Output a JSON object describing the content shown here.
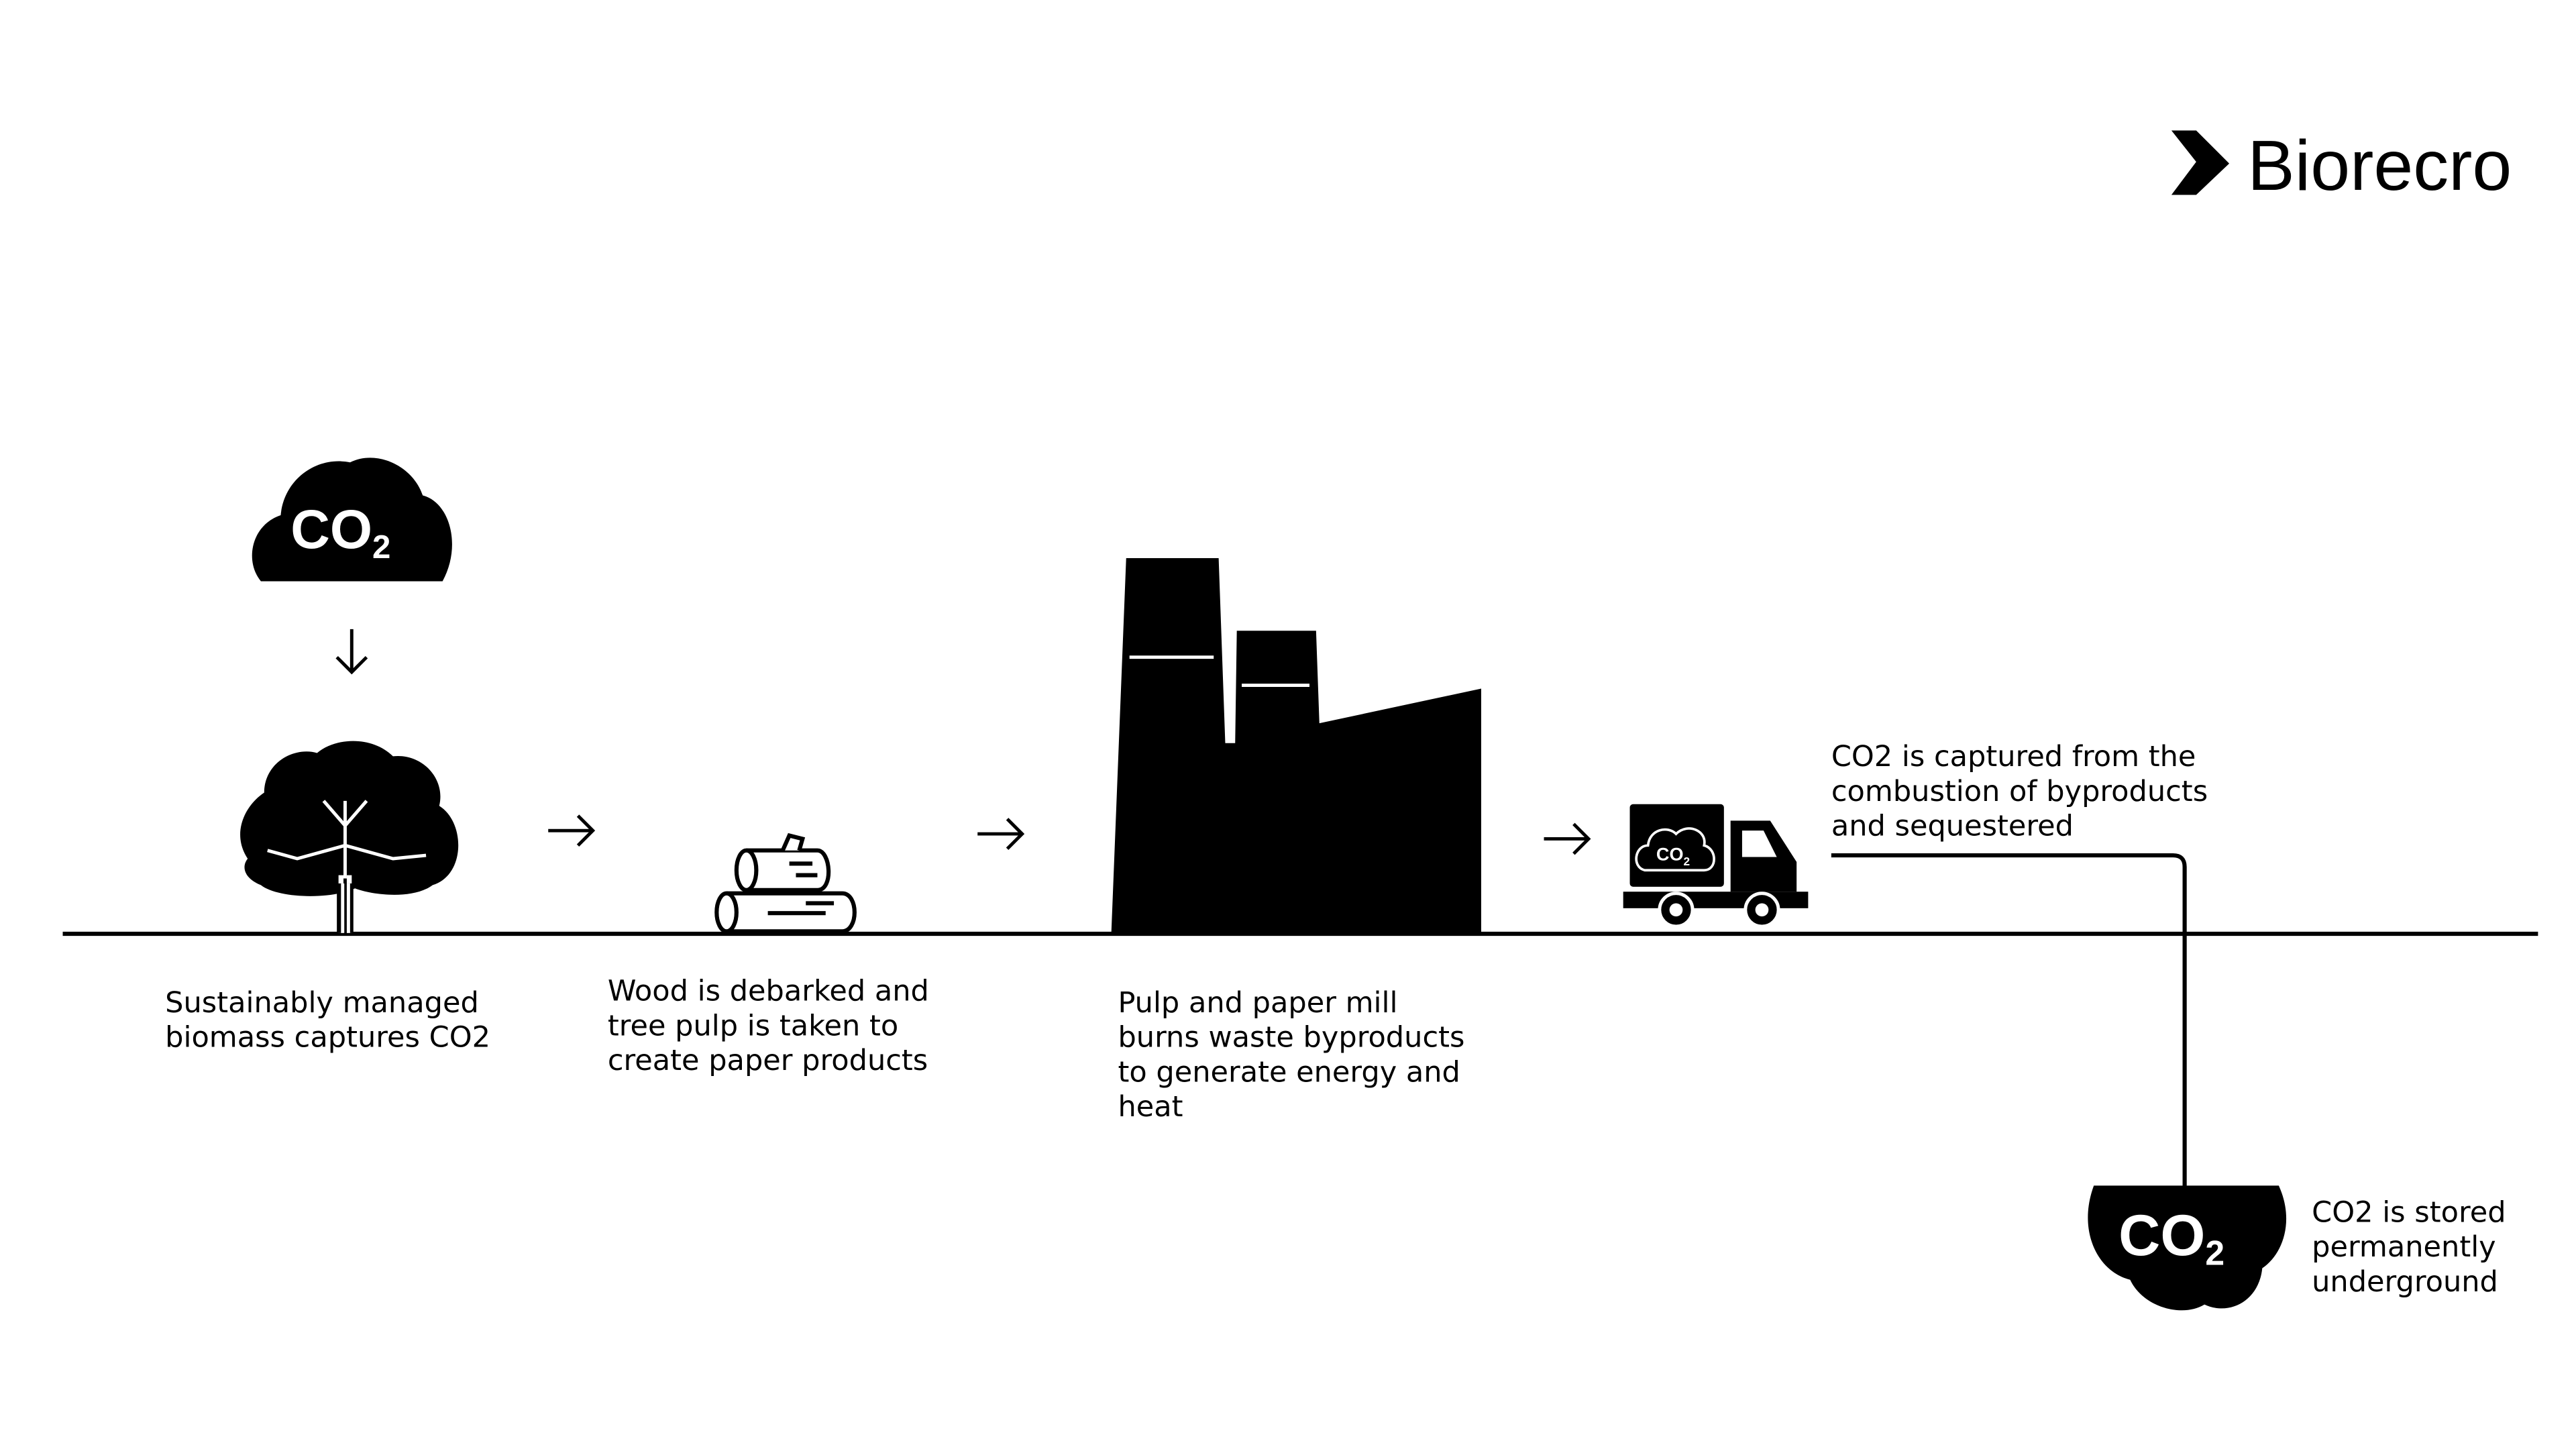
{
  "brand": {
    "name": "Biorecro",
    "color": "#000000"
  },
  "icons": {
    "cloud_top": {
      "label": "CO",
      "sub": "2"
    },
    "cloud_bottom": {
      "label": "CO",
      "sub": "2"
    },
    "truck_cloud": {
      "label": "CO",
      "sub": "2"
    }
  },
  "steps": [
    {
      "lines": [
        "Sustainably managed",
        "biomass captures CO2"
      ]
    },
    {
      "lines": [
        "Wood is debarked and",
        "tree pulp is taken to",
        "create paper products"
      ]
    },
    {
      "lines": [
        "Pulp and paper mill",
        "burns waste byproducts",
        "to generate energy and",
        "heat"
      ]
    },
    {
      "lines": [
        "CO2 is captured from the",
        "combustion of byproducts",
        "and sequestered"
      ]
    },
    {
      "lines": [
        "CO2 is stored",
        "permanently",
        "underground"
      ]
    }
  ]
}
